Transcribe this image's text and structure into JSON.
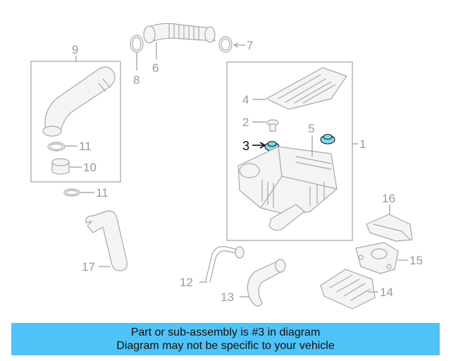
{
  "diagram": {
    "highlighted_part": "3",
    "callouts": {
      "c1": "1",
      "c2": "2",
      "c3": "3",
      "c4": "4",
      "c5": "5",
      "c6": "6",
      "c7": "7",
      "c8": "8",
      "c9": "9",
      "c10": "10",
      "c11a": "11",
      "c11b": "11",
      "c12": "12",
      "c13": "13",
      "c14": "14",
      "c15": "15",
      "c16": "16",
      "c17": "17"
    },
    "colors": {
      "highlight": "#7fd7ee",
      "banner": "#4fc3f7",
      "lines": "#a8a8a8"
    }
  },
  "banner": {
    "line1": "Part or sub-assembly is #3 in diagram",
    "line2": "Diagram may not be specific to your vehicle"
  }
}
